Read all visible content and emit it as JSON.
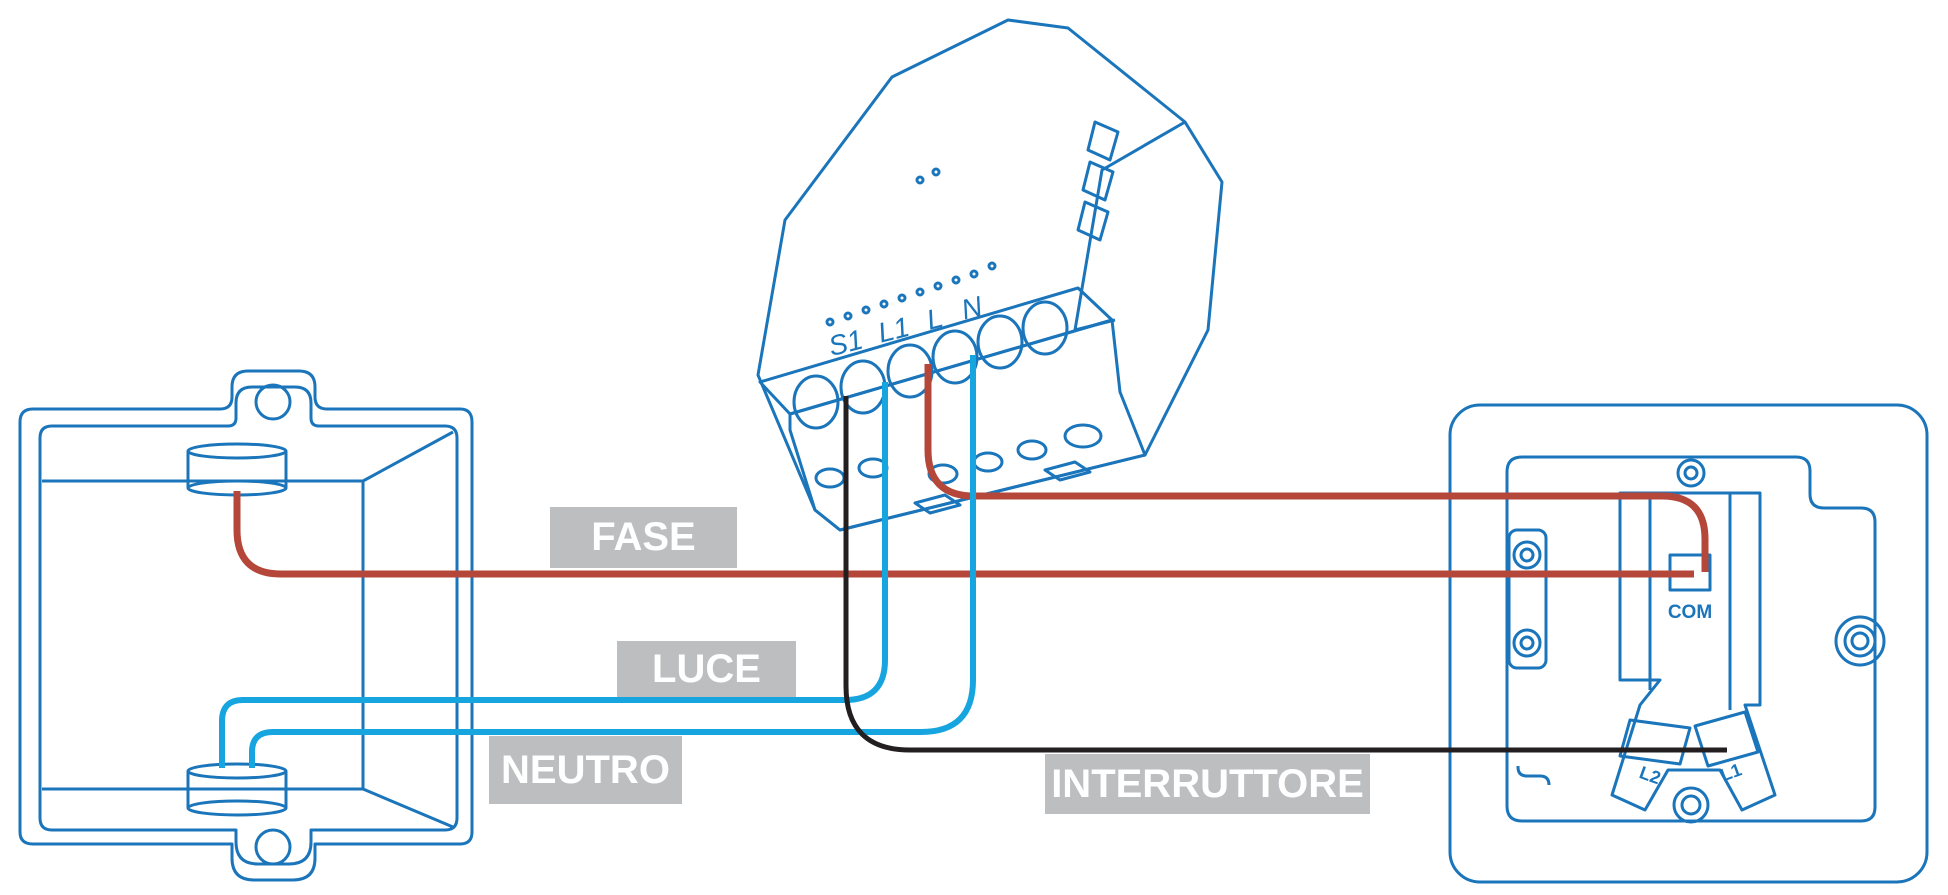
{
  "module": {
    "terminals": [
      "S1",
      "L1",
      "L",
      "N"
    ]
  },
  "switch": {
    "com_label": "COM",
    "l2_label": "L2",
    "l1_label": "L1"
  },
  "labels": {
    "fase": "FASE",
    "luce": "LUCE",
    "neutro": "NEUTRO",
    "interruttore": "INTERRUTTORE"
  },
  "colors": {
    "outline": "#1b75bb",
    "phase_wire": "#b5473a",
    "light_wire": "#17a5e0",
    "switch_wire": "#231f20",
    "label_bg": "#bcbec0",
    "label_text": "#ffffff"
  }
}
